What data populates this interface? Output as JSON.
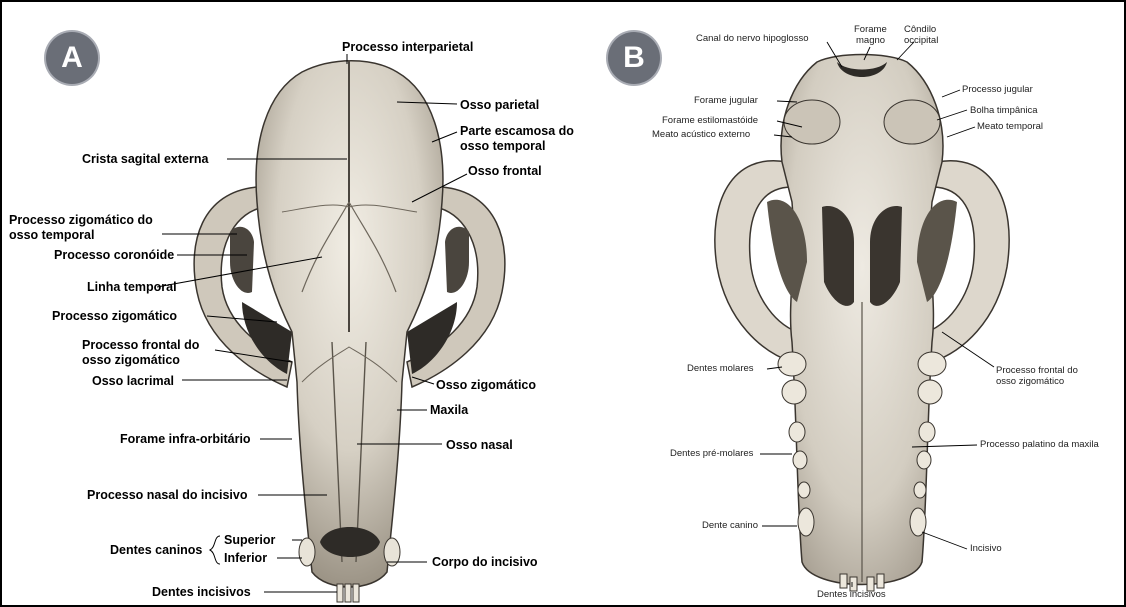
{
  "panelA": {
    "badge": "A",
    "labels": {
      "processo_interparietal": "Processo interparietal",
      "osso_parietal": "Osso parietal",
      "parte_escamosa_1": "Parte escamosa do",
      "parte_escamosa_2": "osso temporal",
      "crista_sagital": "Crista sagital externa",
      "osso_frontal": "Osso frontal",
      "proc_zig_temporal_1": "Processo zigomático do",
      "proc_zig_temporal_2": "osso temporal",
      "processo_coronoide": "Processo coronóide",
      "linha_temporal": "Linha temporal",
      "processo_zigomatico": "Processo zigomático",
      "proc_frontal_zig_1": "Processo frontal do",
      "proc_frontal_zig_2": "osso zigomático",
      "osso_lacrimal": "Osso lacrimal",
      "osso_zigomatico": "Osso zigomático",
      "maxila": "Maxila",
      "forame_infra": "Forame infra-orbitário",
      "osso_nasal": "Osso nasal",
      "processo_nasal_incisivo": "Processo nasal do incisivo",
      "dentes_caninos": "Dentes caninos",
      "superior": "Superior",
      "inferior": "Inferior",
      "corpo_incisivo": "Corpo do incisivo",
      "dentes_incisivos": "Dentes incisivos"
    }
  },
  "panelB": {
    "badge": "B",
    "labels": {
      "canal_hipoglosso": "Canal do nervo hipoglosso",
      "forame_magno_1": "Forame",
      "forame_magno_2": "magno",
      "condilo_1": "Côndilo",
      "condilo_2": "occipital",
      "processo_jugular": "Processo jugular",
      "forame_jugular": "Forame jugular",
      "bolha_timpanica": "Bolha timpânica",
      "forame_estilomastoide": "Forame estilomastóide",
      "meato_temporal": "Meato temporal",
      "meato_acustico": "Meato acústico externo",
      "dentes_molares": "Dentes molares",
      "proc_frontal_zig_1": "Processo frontal do",
      "proc_frontal_zig_2": "osso zigomático",
      "dentes_pre_molares": "Dentes pré-molares",
      "proc_palatino": "Processo palatino da maxila",
      "dente_canino": "Dente canino",
      "incisivo": "Incisivo",
      "dentes_incisivos": "Dentes incisivos"
    }
  },
  "colors": {
    "badge_fill": "#6a6e77",
    "bone": "#d9d4c9",
    "bone_shadow": "#8e877b",
    "dark": "#2e2b27"
  }
}
